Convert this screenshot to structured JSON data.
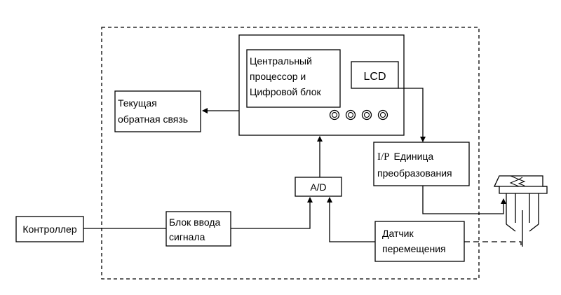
{
  "blocks": {
    "cpu_lines": [
      "Центральный",
      "процессор и",
      "Цифровой блок"
    ],
    "lcd": "LCD",
    "feedback_lines": [
      "Текущая",
      "обратная связь"
    ],
    "ip_prefix": "I/P",
    "ip_lines": [
      "Единица",
      "преобразования"
    ],
    "ad": "A/D",
    "signal_input_lines": [
      "Блок ввода",
      "сигнала"
    ],
    "controller": "Контроллер",
    "sensor_lines": [
      "Датчик",
      "перемещения"
    ]
  },
  "colors": {
    "line": "#000000",
    "background": "#ffffff"
  }
}
